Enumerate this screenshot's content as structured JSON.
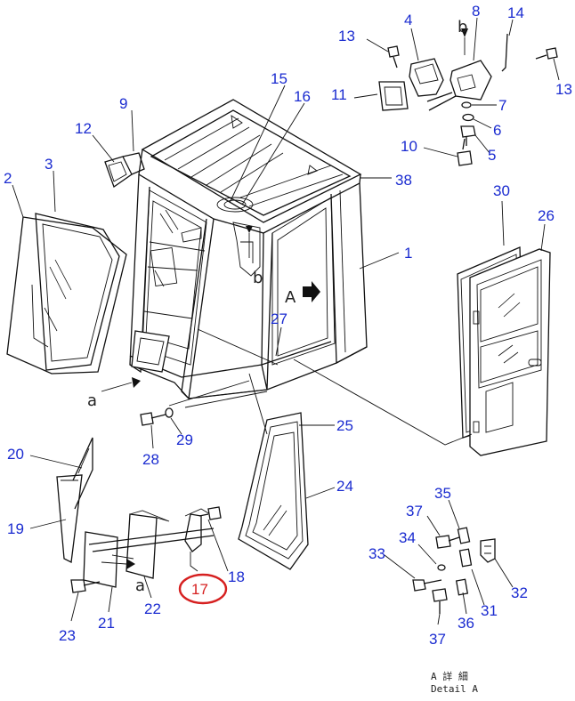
{
  "diagram": {
    "highlight_color": "#d62020",
    "label_color": "#1a2bd0",
    "highlighted_part": "17",
    "part_labels": {
      "p1": "1",
      "p2": "2",
      "p3": "3",
      "p4": "4",
      "p5": "5",
      "p6": "6",
      "p7": "7",
      "p8": "8",
      "p9": "9",
      "p10": "10",
      "p11": "11",
      "p12": "12",
      "p13a": "13",
      "p13b": "13",
      "p14": "14",
      "p15": "15",
      "p16": "16",
      "p17": "17",
      "p18": "18",
      "p19": "19",
      "p20": "20",
      "p21": "21",
      "p22": "22",
      "p23": "23",
      "p24": "24",
      "p25": "25",
      "p26": "26",
      "p27": "27",
      "p28": "28",
      "p29": "29",
      "p30": "30",
      "p31": "31",
      "p32": "32",
      "p33": "33",
      "p34": "34",
      "p35": "35",
      "p36": "36",
      "p37a": "37",
      "p37b": "37",
      "p38": "38"
    },
    "view_labels": {
      "a_left": "a",
      "a_lower": "a",
      "b_top": "b",
      "b_mid": "b",
      "A_arrow": "A"
    },
    "detail_caption": {
      "line1": "A 詳 細",
      "line2": "Detail A"
    }
  }
}
